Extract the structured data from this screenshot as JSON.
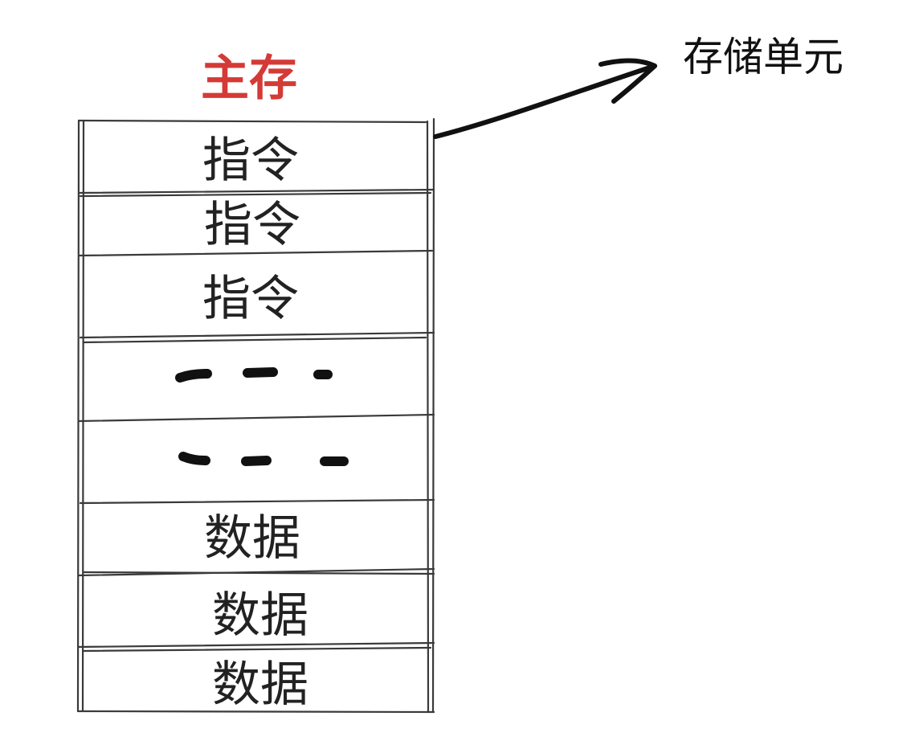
{
  "diagram": {
    "title": "主存",
    "title_color": "#d43a36",
    "cells": [
      {
        "text": "指令"
      },
      {
        "text": "指令"
      },
      {
        "text": "指令"
      },
      {
        "text": "- - -",
        "kind": "ellipsis"
      },
      {
        "text": "- - -",
        "kind": "ellipsis"
      },
      {
        "text": "数据"
      },
      {
        "text": "数据"
      },
      {
        "text": "数据"
      }
    ],
    "pointer_label": "存储单元"
  }
}
